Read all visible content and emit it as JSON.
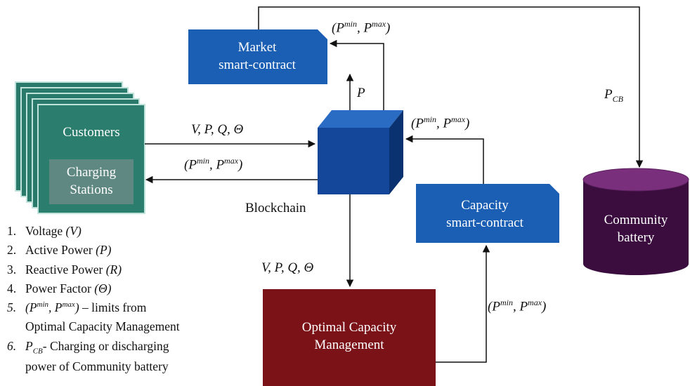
{
  "nodes": {
    "market": {
      "line1": "Market",
      "line2": "smart-contract"
    },
    "customers": {
      "title": "Customers",
      "sub1": "Charging",
      "sub2": "Stations"
    },
    "blockchain": {
      "label": "Blockchain"
    },
    "capacity": {
      "line1": "Capacity",
      "line2": "smart-contract"
    },
    "optimal": {
      "line1": "Optimal Capacity",
      "line2": "Management"
    },
    "battery": {
      "line1": "Community",
      "line2": "battery"
    }
  },
  "edge_labels": {
    "vpqt": "V, P, Q, Θ",
    "p": "P",
    "pcb_main": "P",
    "pcb_sub": "CB",
    "pmin_base": "(P",
    "pmin_sup": "min",
    "sep": ", P",
    "pmax_sup": "max",
    "close": ")"
  },
  "legend": [
    {
      "num": "1.",
      "text": "Voltage ",
      "italic": "(V)"
    },
    {
      "num": "2.",
      "text": "Active Power ",
      "italic": "(P)"
    },
    {
      "num": "3.",
      "text": "Reactive Power ",
      "italic": "(R)"
    },
    {
      "num": "4.",
      "text": "Power Factor ",
      "italic": "(Θ)"
    },
    {
      "num": "5.",
      "text": " – limits from",
      "line2": "Optimal Capacity Management"
    },
    {
      "num": "6.",
      "text": "- Charging or discharging",
      "line2": "power of Community battery"
    }
  ],
  "colors": {
    "blue": "#1a5fb4",
    "dark_blue": "#0d3f86",
    "teal": "#2a7a6c",
    "maroon": "#7a1218",
    "battery": "#3b0d3f"
  }
}
